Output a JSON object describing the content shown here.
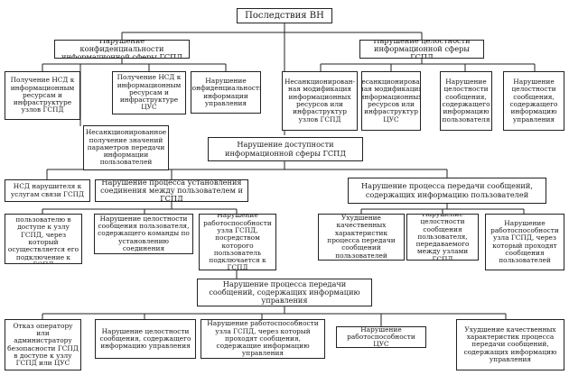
{
  "diagram": {
    "root": "Последствия ВН",
    "level1": {
      "confidentiality": "Нарушение конфиденциальности информационной сферы ГСПД",
      "integrity": "Нарушение целостности информационной сферы ГСПД",
      "availability": "Нарушение доступности информационной сферы ГСПД"
    },
    "confidentiality_items": [
      "Получение НСД к информационным ресурсам и инфраструктуре узлов ГСПД",
      "Получение НСД к информационным ресурсам и инфраструктуре ЦУС",
      "Нарушение конфиденциальности информации управления",
      "Несанкционированное получение значений параметров передачи информации пользователей"
    ],
    "integrity_items": [
      "Несанкционирован-ная модификация информационных ресурсов или инфраструктур узлов ГСПД",
      "Несанкционирован-ная модификация информационных ресурсов или инфраструктур ЦУС",
      "Нарушение целостности сообщения, содержащего информацию пользователя",
      "Нарушение целостности сообщения, содержащего информацию управления"
    ],
    "availability_branches": {
      "nsd_users": "НСД нарушителя к услугам связи ГСПД",
      "connection": "Нарушение процесса установления соединения между пользователем и ГСПД",
      "user_messages": "Нарушение процесса передачи сообщений, содержащих информацию пользователей",
      "control_messages": "Нарушение процесса передачи сообщений, содержащих информацию управления"
    },
    "connection_items": [
      "Отказ пользователю в доступе к узлу ГСПД, через который осуществляется его подключение к ГСПД",
      "Нарушение целостности сообщения пользователя, содержащего команды по установлению соединения",
      "Нарушение работоспособности узла ГСПД, посредством которого пользователь подключается к ГСПД"
    ],
    "user_message_items": [
      "Ухудшение качественных характеристик процесса передачи сообщений пользователей",
      "Нарушение целостности сообщения пользователя, передаваемого между узлами ГСПД",
      "Нарушение работоспособности узла ГСПД, через который проходят сообщения пользователей"
    ],
    "control_message_items": [
      "Отказ оператору или администратору безопасности ГСПД в доступе к узлу ГСПД или ЦУС",
      "Нарушение целостности сообщения, содержащего информацию управления",
      "Нарушение работоспособности узла ГСПД, через который проходят сообщения, содержащие информацию управления",
      "Нарушение работоспособности ЦУС",
      "Ухудшение качественных характеристик процесса передачи сообщений, содержащих информацию управления"
    ]
  }
}
